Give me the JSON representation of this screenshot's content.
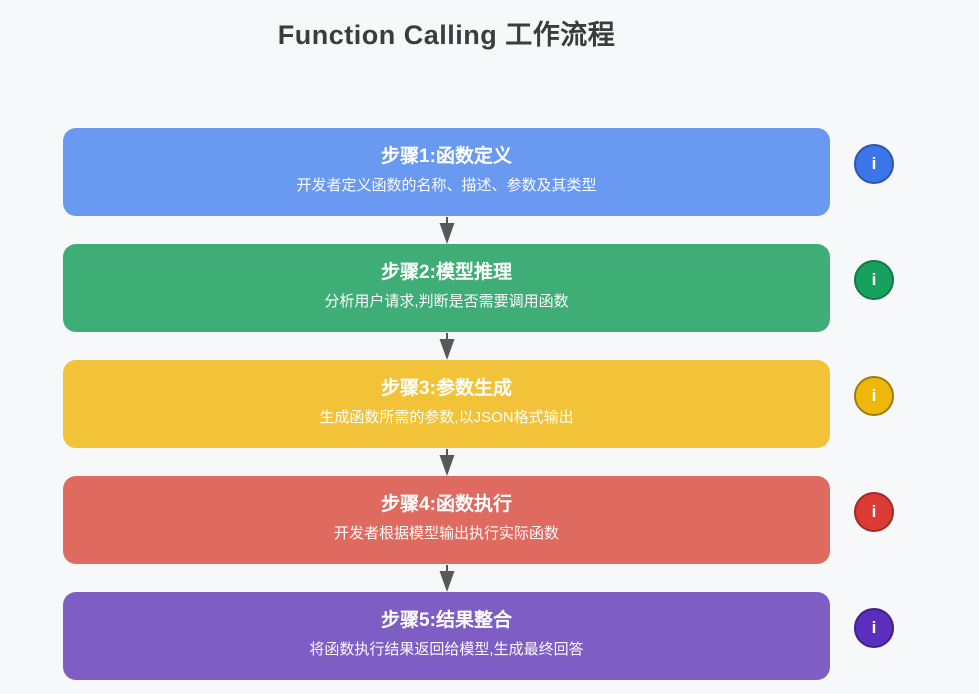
{
  "page": {
    "title": "Function Calling 工作流程",
    "background_color": "#f7f8f9",
    "title_color": "#3a3c3e"
  },
  "arrow": {
    "direction": "down",
    "color": "#57585c"
  },
  "info_icon": {
    "glyph": "i"
  },
  "steps": [
    {
      "label": "步骤1:函数定义",
      "description": "开发者定义函数的名称、描述、参数及其类型",
      "box_color": "#6999f0",
      "icon_color": "#3b76e8",
      "icon_border_color": "#2b57ae"
    },
    {
      "label": "步骤2:模型推理",
      "description": "分析用户请求,判断是否需要调用函数",
      "box_color": "#3fae76",
      "icon_color": "#18a15d",
      "icon_border_color": "#0f7a45"
    },
    {
      "label": "步骤3:参数生成",
      "description": "生成函数所需的参数,以JSON格式输出",
      "box_color": "#f2c238",
      "icon_color": "#efb70a",
      "icon_border_color": "#a07b0a"
    },
    {
      "label": "步骤4:函数执行",
      "description": "开发者根据模型输出执行实际函数",
      "box_color": "#de6a60",
      "icon_color": "#dc3b34",
      "icon_border_color": "#a32a26"
    },
    {
      "label": "步骤5:结果整合",
      "description": "将函数执行结果返回给模型,生成最终回答",
      "box_color": "#7e5ec4",
      "icon_color": "#5c2ebe",
      "icon_border_color": "#3f2187"
    }
  ]
}
